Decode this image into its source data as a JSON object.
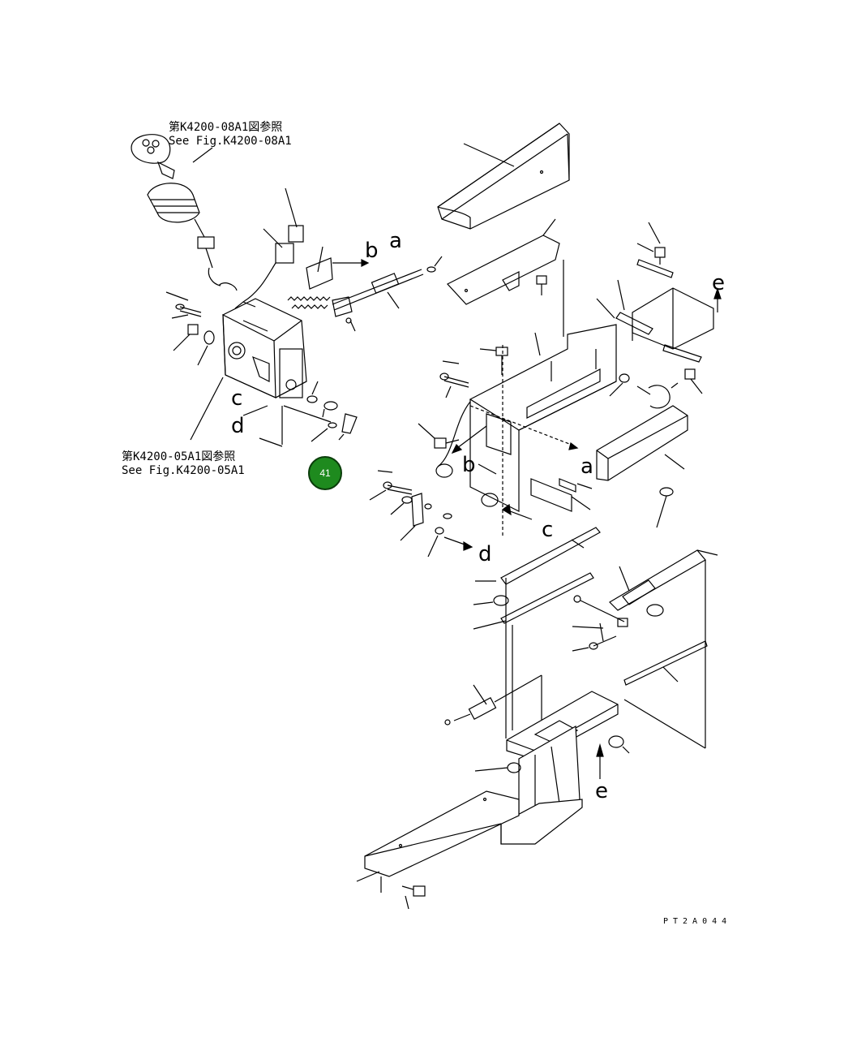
{
  "references": {
    "top": {
      "jp": "第K4200-08A1図参照",
      "en": "See Fig.K4200-08A1"
    },
    "left": {
      "jp": "第K4200-05A1図参照",
      "en": "See Fig.K4200-05A1"
    }
  },
  "connector_labels": [
    "a",
    "b",
    "c",
    "d",
    "e"
  ],
  "callout": {
    "number": "41",
    "color": "#1e8a1e"
  },
  "drawing_code": "PT2A044"
}
